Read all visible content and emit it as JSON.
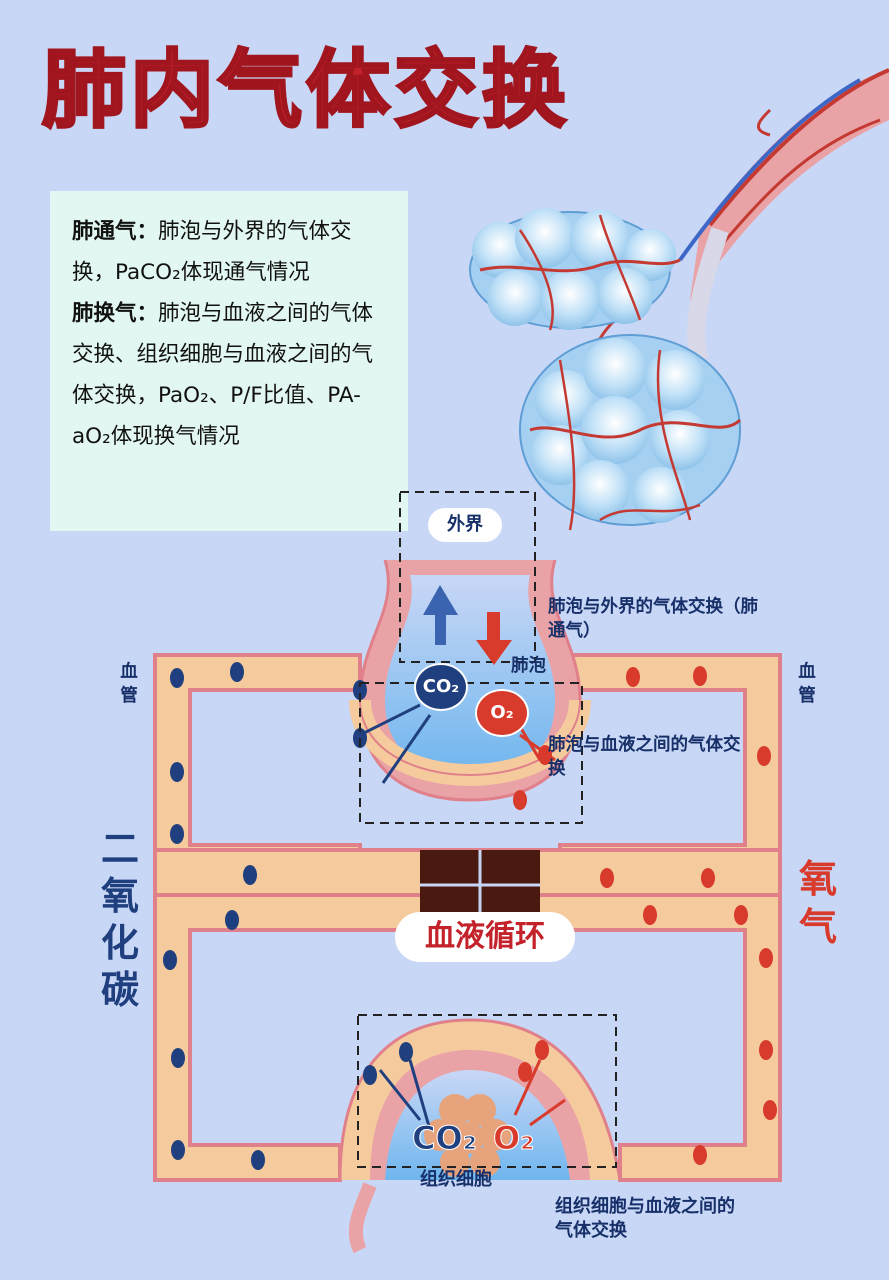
{
  "title": "肺内气体交换",
  "info": {
    "ventilation_term": "肺通气：",
    "ventilation_desc": "肺泡与外界的气体交换，PaCO₂体现通气情况",
    "exchange_term": "肺换气：",
    "exchange_desc": "肺泡与血液之间的气体交换、组织细胞与血液之间的气体交换，PaO₂、P/F比值、PA-aO₂体现换气情况"
  },
  "labels": {
    "outside": "外界",
    "alveolus": "肺泡",
    "vessel_left": "血管",
    "vessel_right": "血管",
    "alveolus_outside_exchange": "肺泡与外界的气体交换（肺通气）",
    "alveolus_blood_exchange": "肺泡与血液之间的气体交换",
    "circulation": "血液循环",
    "carbon_dioxide": "二氧化碳",
    "oxygen": "氧气",
    "tissue_cell": "组织细胞",
    "tissue_blood_exchange": "组织细胞与血液之间的气体交换",
    "co2_bubble": "CO₂",
    "o2_bubble": "O₂",
    "co2_tissue": "CO₂",
    "o2_tissue": "O₂"
  },
  "colors": {
    "title": "#c4222a",
    "background": "#c9d7f6",
    "infobox": "#e2f7f2",
    "vessel_fill": "#f5cb9e",
    "vessel_border": "#e0808a",
    "co2_blue": "#1f3f7e",
    "o2_red": "#d83a2c",
    "alveolus_fill": "#a6d0f2"
  },
  "icons": [
    "bronchial-tree-illustration",
    "alveolus-cluster-illustration",
    "blood-cell-dots",
    "arrow-up-icon",
    "arrow-down-icon",
    "heart-block"
  ]
}
